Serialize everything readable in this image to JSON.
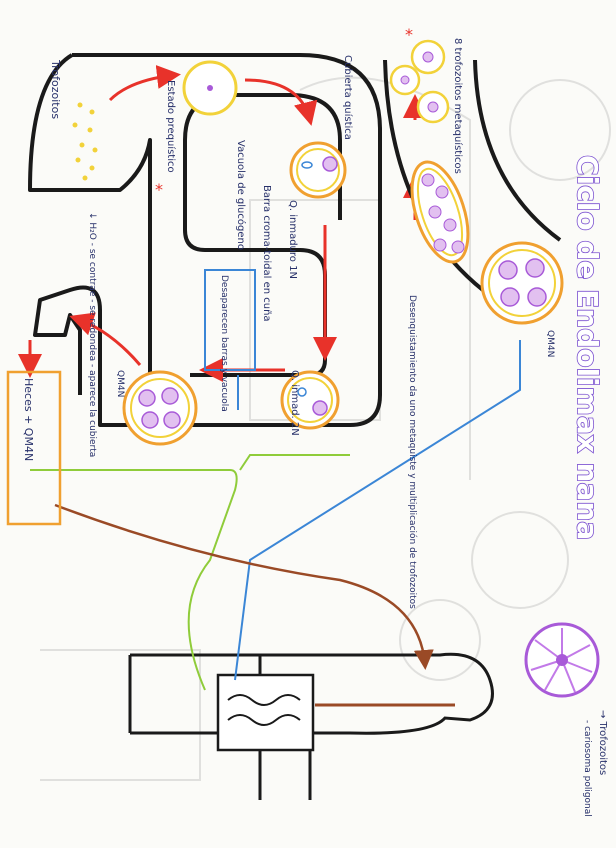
{
  "title": "Ciclo de Endolimax nana",
  "labels": {
    "trofozoitos_top": "Trofozoitos",
    "estado_prequistico": "Estado prequístico",
    "cubierta_quistica": "Cubierta quística",
    "q_inmaduro": "Q. inmaduro 1N",
    "vacuola_glucogeno": "Vacuola de glucógeno",
    "barra_cromatoidal": "Barra croma-toidal en cuña",
    "desaparecen": "Desaparecen barras y vacuola",
    "q_inmaduro_2n": "Q. inmad. 2N",
    "condiciones": "↓ H₂O\n- se contrae\n- se redondea\n- aparece la cubierta",
    "heces": "Heces + QM4N",
    "qm4n_1": "QM4N",
    "qm4n_2": "QM4N",
    "trofozoitos_meta": "8 trofozoitos metaquísticos",
    "desenquistamiento": "Desenquistamiento da uno metaquiste y multiplicación de trofozoitos",
    "trofozoitos_leg": "→ Trofozoitos",
    "cariosoma": "- cariosoma poligonal"
  },
  "colors": {
    "outline": "#1a1a1a",
    "arrow": "#e8322a",
    "cyst_outer": "#f0a030",
    "cyst_inner": "#f2d23a",
    "nucleus": "#a85ad8",
    "title": "#7a4fd0",
    "green_path": "#8fcc3a",
    "blue_path": "#3b86d6",
    "brown_path": "#9a4a26"
  },
  "icons": [
    "cyst-icon",
    "nucleus-icon",
    "star-icon",
    "arrow-icon",
    "human-figure-icon",
    "intestine-icon"
  ]
}
